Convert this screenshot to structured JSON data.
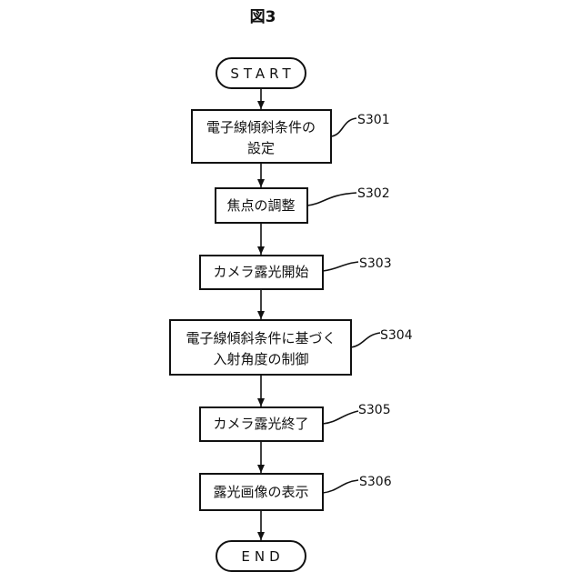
{
  "figure": {
    "title": "図3"
  },
  "flow": {
    "start": "START",
    "end": "END",
    "steps": [
      {
        "id": "S301",
        "lines": [
          "電子線傾斜条件の",
          "設定"
        ]
      },
      {
        "id": "S302",
        "lines": [
          "焦点の調整"
        ]
      },
      {
        "id": "S303",
        "lines": [
          "カメラ露光開始"
        ]
      },
      {
        "id": "S304",
        "lines": [
          "電子線傾斜条件に基づく",
          "入射角度の制御"
        ]
      },
      {
        "id": "S305",
        "lines": [
          "カメラ露光終了"
        ]
      },
      {
        "id": "S306",
        "lines": [
          "露光画像の表示"
        ]
      }
    ]
  }
}
